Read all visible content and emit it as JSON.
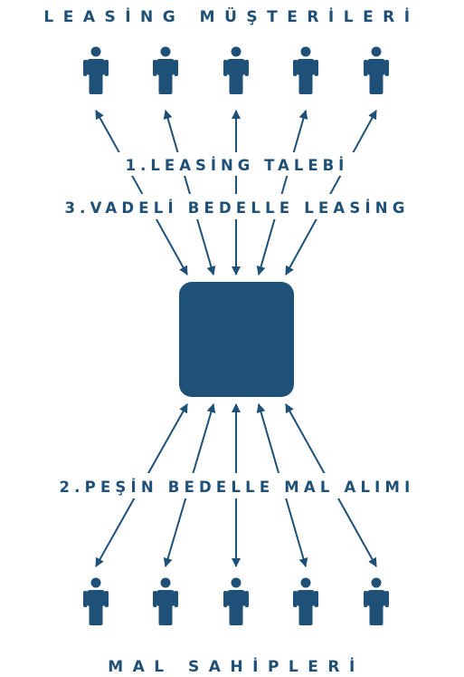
{
  "diagram": {
    "top_title": "LEASİNG MÜŞTERİLERİ",
    "step1": "1.LEASİNG TALEBİ",
    "step3": "3.VADELİ BEDELLE LEASİNG",
    "step2": "2.PEŞİN BEDELLE MAL ALIMI",
    "bottom_title": "MAL SAHİPLERİ",
    "accent_color": "#1f5077",
    "icons": {
      "person": "person-icon",
      "company": "leasing-company-box"
    }
  }
}
